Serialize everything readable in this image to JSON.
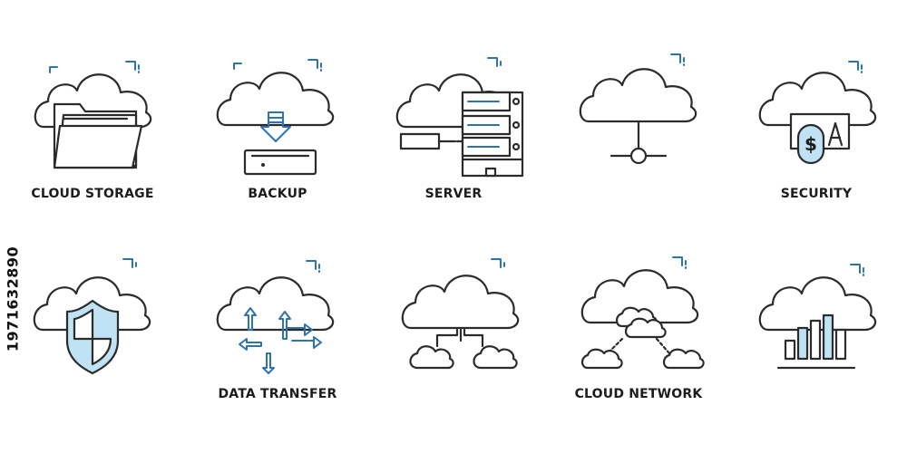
{
  "labels": {
    "cloud_storage": "CLOUD STORAGE",
    "backup": "BACKUP",
    "server": "SERVER",
    "security": "SECURITY",
    "data_transfer": "DATA TRANSFER",
    "cloud_network": "CLOUD NETWORK"
  },
  "side_id": "1971632890",
  "colors": {
    "line": "#2b2b2b",
    "fill_light_blue": "#bfe3f4",
    "accent_blue": "#2c73b0",
    "background": "#ffffff"
  },
  "icons": [
    "cloud-folder-icon",
    "cloud-backup-drive-icon",
    "cloud-server-rack-icon",
    "cloud-network-node-icon",
    "cloud-money-icon",
    "cloud-shield-icon",
    "cloud-data-transfer-icon",
    "cloud-distribution-icon",
    "cloud-network-icon",
    "cloud-bar-chart-icon"
  ]
}
